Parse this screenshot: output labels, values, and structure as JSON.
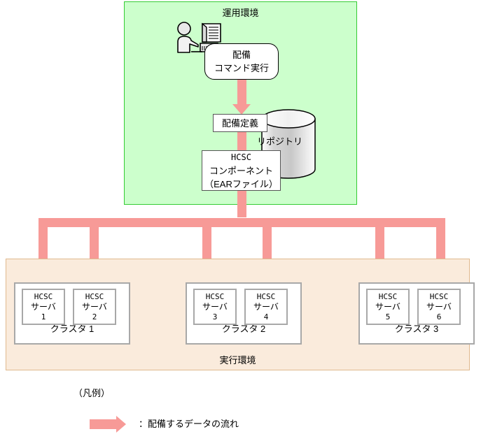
{
  "diagram": {
    "operation_env": {
      "title": "運用環境",
      "actor_icon": "person-at-computer-icon",
      "command_box": {
        "line1": "配備",
        "line2": "コマンド実行"
      },
      "definition_box": {
        "label": "配備定義"
      },
      "repository": {
        "label": "リポジトリ",
        "icon": "database-cylinder-icon"
      },
      "component_box": {
        "line1": "HCSC",
        "line2": "コンポーネント",
        "line3": "（EARファイル）"
      }
    },
    "runtime_env": {
      "title": "実行環境",
      "clusters": [
        {
          "label": "クラスタ 1",
          "servers": [
            {
              "line1": "HCSC",
              "line2": "サーバ",
              "line3": "1"
            },
            {
              "line1": "HCSC",
              "line2": "サーバ",
              "line3": "2"
            }
          ]
        },
        {
          "label": "クラスタ 2",
          "servers": [
            {
              "line1": "HCSC",
              "line2": "サーバ",
              "line3": "3"
            },
            {
              "line1": "HCSC",
              "line2": "サーバ",
              "line3": "4"
            }
          ]
        },
        {
          "label": "クラスタ 3",
          "servers": [
            {
              "line1": "HCSC",
              "line2": "サーバ",
              "line3": "5"
            },
            {
              "line1": "HCSC",
              "line2": "サーバ",
              "line3": "6"
            }
          ]
        }
      ]
    },
    "legend": {
      "title": "（凡例）",
      "arrow_text": "：配備するデータの流れ"
    },
    "colors": {
      "operation_env_fill": "#CCFFCC",
      "operation_env_border": "#33CC33",
      "runtime_env_fill": "#FAEBDC",
      "runtime_env_border": "#E0B98E",
      "arrow": "#F79A97",
      "box_border": "#000000",
      "cluster_border": "#A8A8A8"
    }
  }
}
